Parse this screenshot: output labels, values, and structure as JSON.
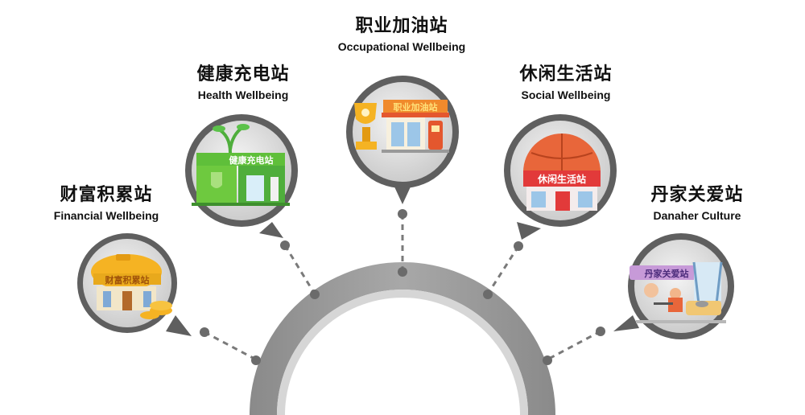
{
  "stations": [
    {
      "id": "financial",
      "zh": "财富积累站",
      "en": "Financial Wellbeing",
      "sign": "财富积累站"
    },
    {
      "id": "health",
      "zh": "健康充电站",
      "en": "Health Wellbeing",
      "sign": "健康充电站"
    },
    {
      "id": "occupational",
      "zh": "职业加油站",
      "en": "Occupational Wellbeing",
      "sign": "职业加油站"
    },
    {
      "id": "social",
      "zh": "休闲生活站",
      "en": "Social Wellbeing",
      "sign": "休闲生活站"
    },
    {
      "id": "culture",
      "zh": "丹家关爱站",
      "en": "Danaher Culture",
      "sign": "丹家关爱站"
    }
  ],
  "colors": {
    "arc_outer": "#6e6e6e",
    "arc_inner": "#b9b9b9",
    "bubble_ring": "#5f5f5f",
    "bubble_fill": "#d9d9d9",
    "dash": "#7a7a7a"
  }
}
